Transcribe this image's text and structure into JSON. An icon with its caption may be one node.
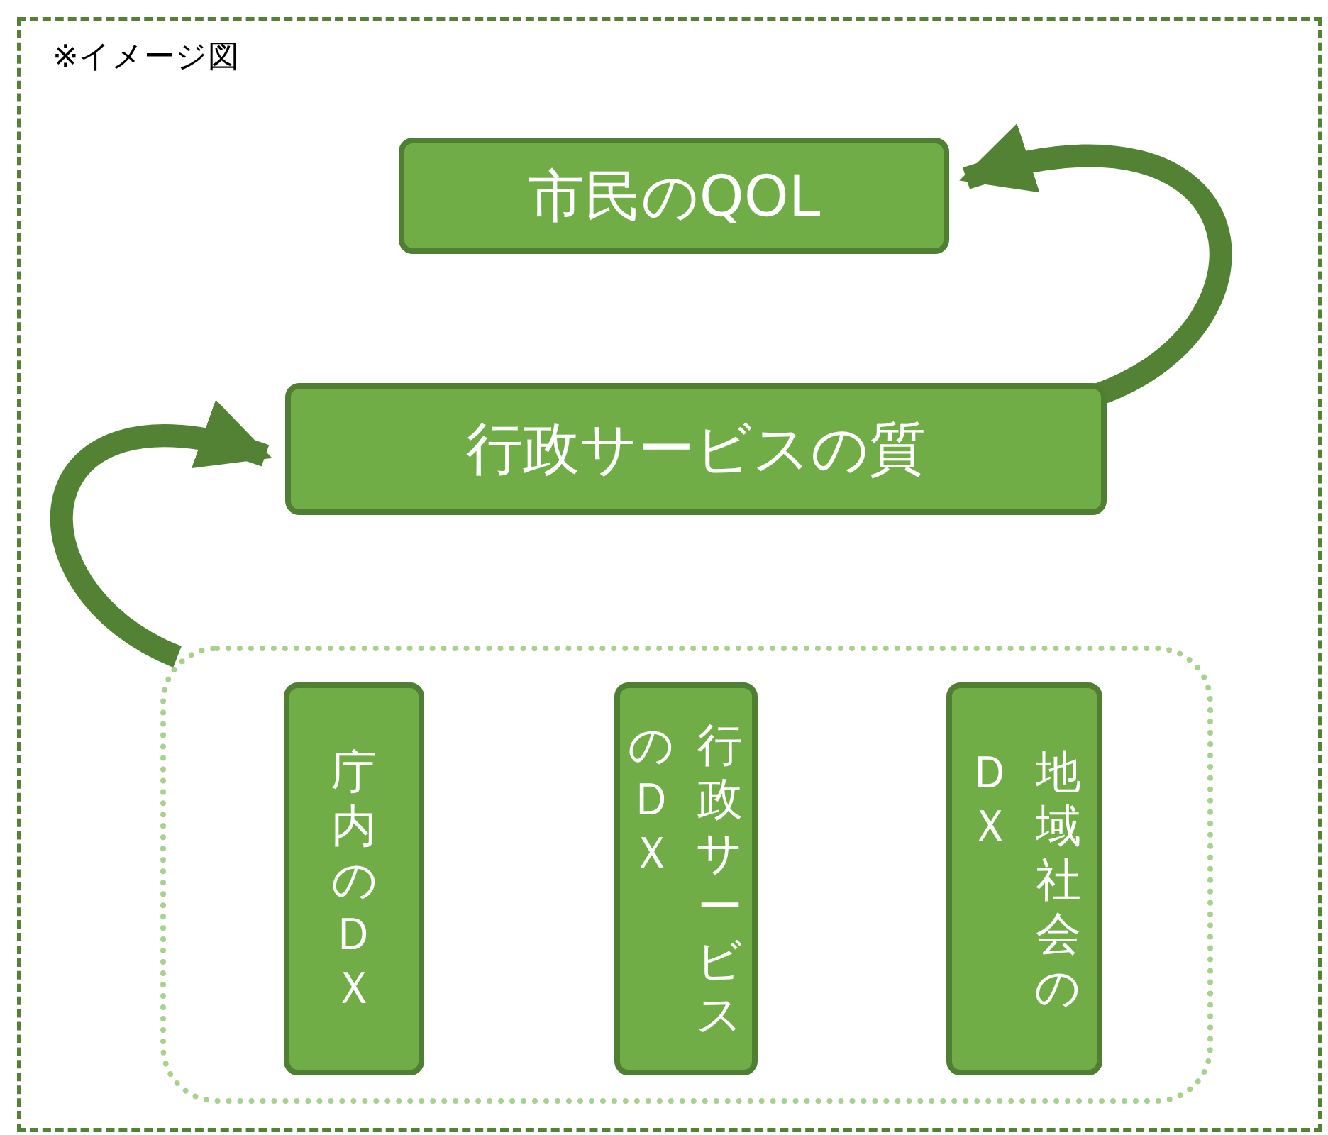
{
  "diagram": {
    "nodes": [
      {
        "text": [
          "※イメージ図"
        ]
      },
      {
        "text": [
          "市民のQOL"
        ],
        "in": 0
      },
      {
        "text": [
          "行政サービスの質"
        ],
        "in": 0
      },
      {
        "text": [],
        "shape": "box",
        "in": 0
      },
      {
        "text": [
          "庁内のＤＸ"
        ],
        "in": 3
      },
      {
        "text": [
          "行政サービスのＤＸ"
        ],
        "in": 3
      },
      {
        "text": [
          "地域社会のＤＸ"
        ],
        "in": 3
      }
    ],
    "edges": [
      {
        "from": 3,
        "to": 2,
        "arrow": "to"
      },
      {
        "from": 2,
        "to": 1,
        "arrow": "to"
      }
    ]
  }
}
